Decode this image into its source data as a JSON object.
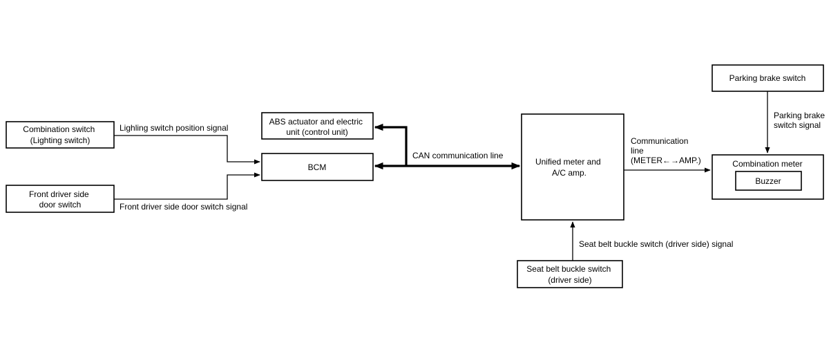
{
  "boxes": {
    "combination_switch": [
      "Combination switch",
      "(Lighting switch)"
    ],
    "front_door_switch": [
      "Front driver side",
      "door switch"
    ],
    "abs_unit": [
      "ABS actuator and electric",
      "unit (control unit)"
    ],
    "bcm": [
      "BCM"
    ],
    "unified_meter": [
      "Unified meter and",
      "A/C amp."
    ],
    "parking_brake_switch": [
      "Parking brake switch"
    ],
    "combination_meter": [
      "Combination meter"
    ],
    "buzzer": [
      "Buzzer"
    ],
    "seat_belt_switch": [
      "Seat belt buckle switch",
      "(driver side)"
    ]
  },
  "signals": {
    "lighting": [
      "Lighling switch position signal"
    ],
    "door": [
      "Front driver side door switch signal"
    ],
    "can": [
      "CAN communication line"
    ],
    "comm": [
      "Communication",
      "line",
      "(METER←→AMP.)"
    ],
    "parking": [
      "Parking brake",
      "switch signal"
    ],
    "seatbelt": [
      "Seat belt buckle switch (driver side) signal"
    ]
  }
}
